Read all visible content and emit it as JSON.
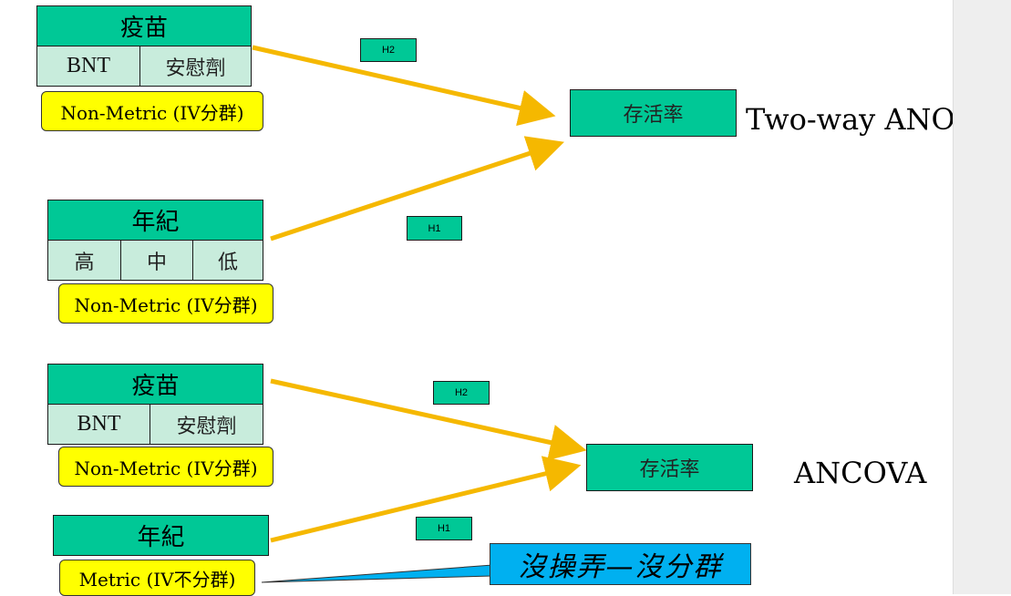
{
  "diagram1": {
    "factor_a": {
      "title": "疫苗",
      "levels": [
        "BNT",
        "安慰劑"
      ],
      "tag": "Non-Metric (IV分群)"
    },
    "factor_b": {
      "title": "年紀",
      "levels": [
        "高",
        "中",
        "低"
      ],
      "tag": "Non-Metric (IV分群)"
    },
    "h2": "H2",
    "h1": "H1",
    "outcome": "存活率",
    "method": "Two-way ANOVA"
  },
  "diagram2": {
    "factor_a": {
      "title": "疫苗",
      "levels": [
        "BNT",
        "安慰劑"
      ],
      "tag": "Non-Metric (IV分群)"
    },
    "covariate": {
      "title": "年紀",
      "tag": "Metric (IV不分群)"
    },
    "h2": "H2",
    "h1": "H1",
    "outcome": "存活率",
    "method": "ANCOVA",
    "callout": "沒操弄—沒分群"
  },
  "colors": {
    "arrow": "#f5b800",
    "box": "#00c896",
    "tag": "#ffff00",
    "callout": "#00b0f0"
  }
}
